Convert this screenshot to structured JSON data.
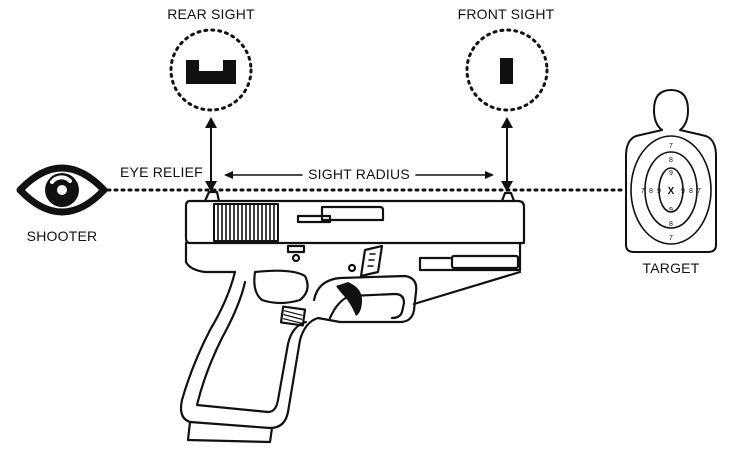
{
  "labels": {
    "rear_sight": "REAR SIGHT",
    "front_sight": "FRONT SIGHT",
    "eye_relief": "EYE RELIEF",
    "sight_radius": "SIGHT RADIUS",
    "shooter": "SHOOTER",
    "target": "TARGET"
  },
  "target_scores": {
    "center": "X",
    "left_row": [
      "7",
      "8",
      "9"
    ],
    "right_row": [
      "9",
      "8",
      "7"
    ],
    "top_col": [
      "7",
      "8",
      "9"
    ],
    "bottom_col": [
      "9",
      "8",
      "7"
    ]
  },
  "colors": {
    "ink": "#111111",
    "background": "#ffffff"
  },
  "icons": [
    "eye-icon",
    "rear-sight-icon",
    "front-sight-icon",
    "handgun-illustration",
    "silhouette-target-icon"
  ]
}
